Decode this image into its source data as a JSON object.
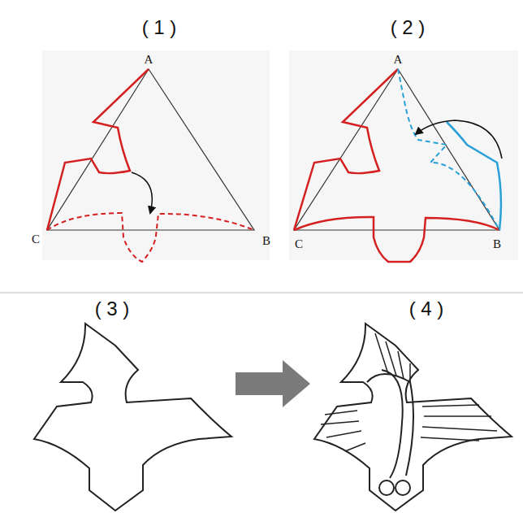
{
  "diagram": {
    "labels": [
      "( 1 )",
      "( 2 )",
      "( 3 )",
      "( 4 )",
      "A",
      "C",
      "B",
      "A",
      "C",
      "B"
    ]
  }
}
